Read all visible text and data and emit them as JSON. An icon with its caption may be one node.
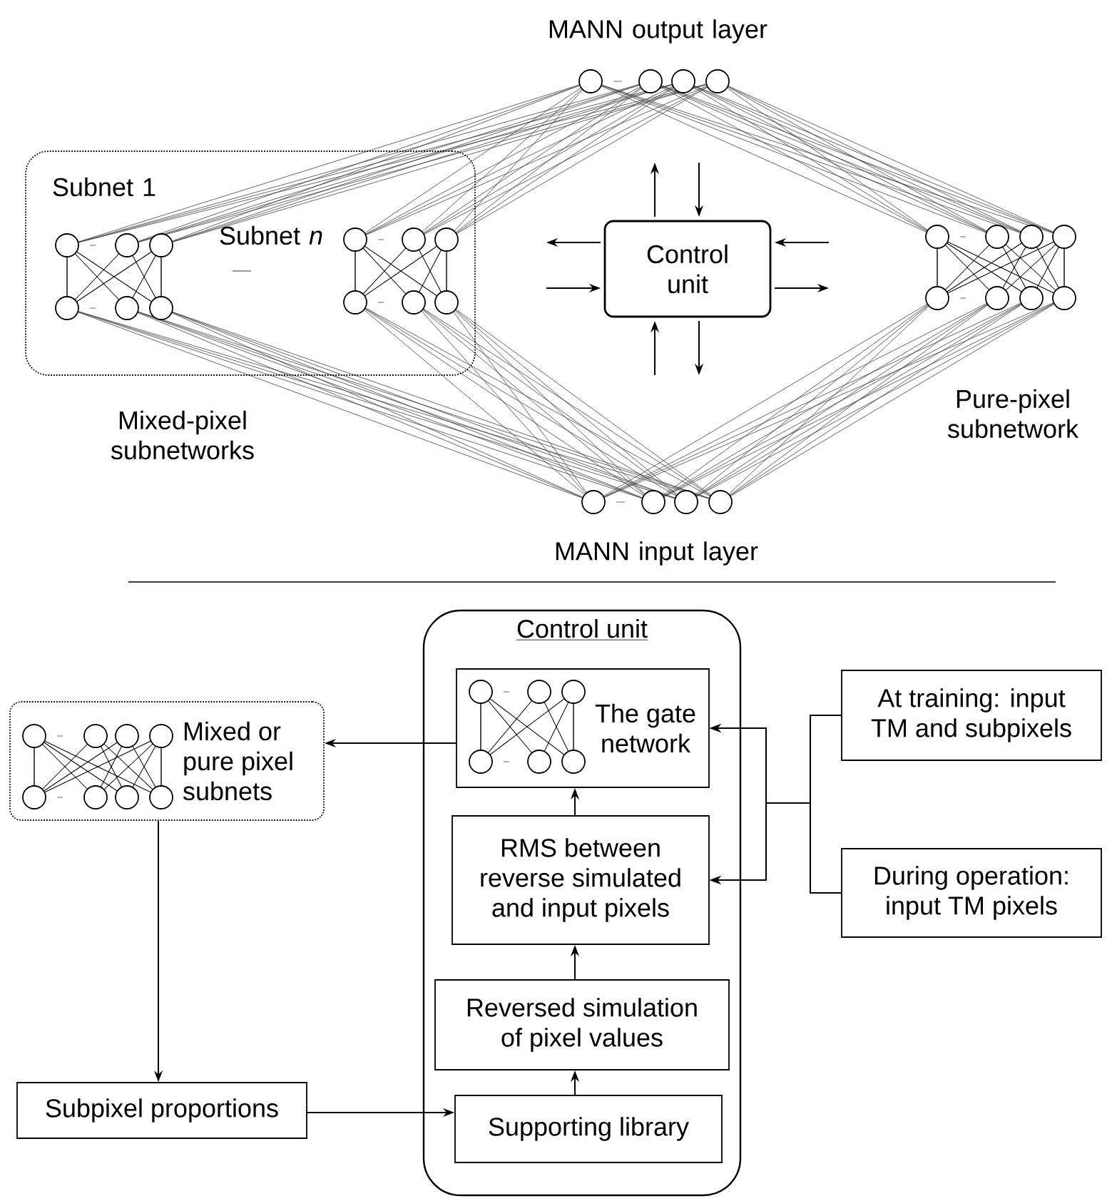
{
  "diagram": {
    "nodes": [
      {
        "text": [
          "Mixed-pixel subnetworks"
        ]
      },
      {
        "text": [
          "Control unit"
        ]
      },
      {
        "text": [
          "Control unit"
        ]
      },
      {
        "text": [
          "The gate network"
        ],
        "in": 2
      },
      {
        "text": [
          "RMS between reverse simulated and input pixels"
        ],
        "in": 2
      },
      {
        "text": [
          "Reversed simulation of pixel values"
        ],
        "in": 2
      },
      {
        "text": [
          "Supporting library"
        ],
        "in": 2
      },
      {
        "text": [
          "Mixed or pure pixel subnets"
        ]
      },
      {
        "text": [
          "Subpixel proportions"
        ]
      },
      {
        "text": [
          "At training: input TM and subpixels"
        ]
      },
      {
        "text": [
          "During operation: input TM pixels"
        ]
      }
    ],
    "edges": [
      {
        "from": 1,
        "to": null,
        "arrow": "to"
      },
      {
        "from": null,
        "to": 1,
        "arrow": "to"
      },
      {
        "from": 1,
        "to": null,
        "arrow": "to"
      },
      {
        "from": null,
        "to": 1,
        "arrow": "to"
      },
      {
        "from": null,
        "to": 1,
        "arrow": "to"
      },
      {
        "from": 1,
        "to": null,
        "arrow": "to"
      },
      {
        "from": null,
        "to": 1,
        "arrow": "to"
      },
      {
        "from": 1,
        "to": null,
        "arrow": "to"
      },
      {
        "from": 3,
        "to": 7,
        "arrow": "to"
      },
      {
        "from": 7,
        "to": 8,
        "arrow": "to"
      },
      {
        "from": 8,
        "to": 6,
        "arrow": "to"
      },
      {
        "from": 6,
        "to": 5,
        "arrow": "to"
      },
      {
        "from": 5,
        "to": 4,
        "arrow": "to"
      },
      {
        "from": 4,
        "to": 3,
        "arrow": "to"
      },
      {
        "from": 9,
        "to": 3,
        "arrow": "to"
      },
      {
        "from": 9,
        "to": 4,
        "arrow": "to"
      },
      {
        "from": 10,
        "to": 3,
        "arrow": "to"
      },
      {
        "from": 10,
        "to": 4,
        "arrow": "to"
      }
    ],
    "labels": [
      "MANN output layer",
      "Subnet 1",
      "Subnet *n*",
      "Pure-pixel subnetwork",
      "MANN input layer"
    ]
  }
}
